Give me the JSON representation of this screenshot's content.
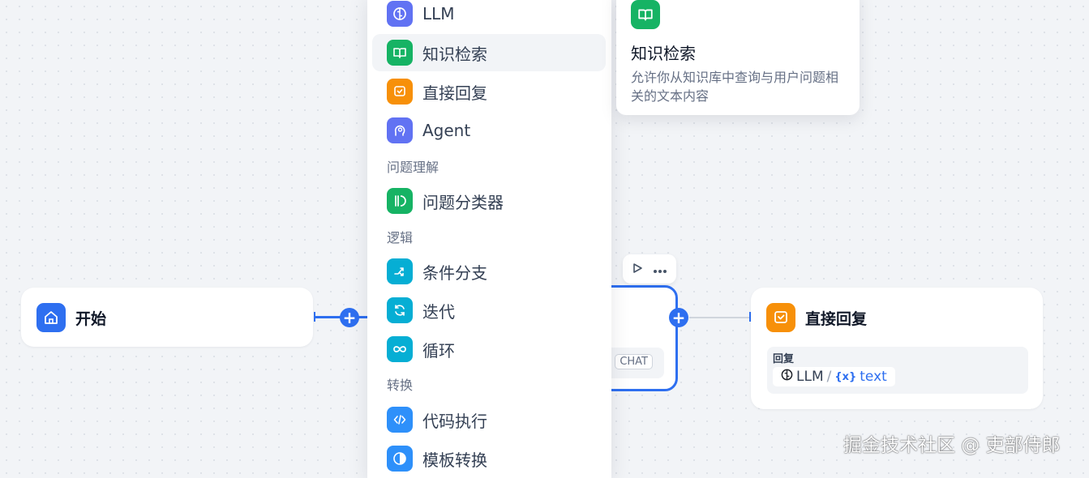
{
  "canvas": {
    "start_node": {
      "title": "开始"
    },
    "reply_node": {
      "title": "直接回复",
      "field_label": "回复",
      "var_source": "LLM",
      "var_separator": "/",
      "var_icon": "{x}",
      "var_name": "text"
    },
    "llm_node": {
      "chat_badge": "CHAT"
    }
  },
  "menu": {
    "items_top": [
      {
        "label": "LLM",
        "icon": "brain-icon",
        "color": "#6172f3"
      },
      {
        "label": "知识检索",
        "icon": "book-icon",
        "color": "#16b364",
        "active": true
      },
      {
        "label": "直接回复",
        "icon": "reply-icon",
        "color": "#f79009"
      },
      {
        "label": "Agent",
        "icon": "agent-icon",
        "color": "#6172f3"
      }
    ],
    "section_understanding": "问题理解",
    "item_classifier": {
      "label": "问题分类器",
      "icon": "classifier-icon",
      "color": "#16b364"
    },
    "section_logic": "逻辑",
    "items_logic": [
      {
        "label": "条件分支",
        "icon": "branch-icon",
        "color": "#06aed4"
      },
      {
        "label": "迭代",
        "icon": "iteration-icon",
        "color": "#06aed4"
      },
      {
        "label": "循环",
        "icon": "loop-icon",
        "color": "#06aed4"
      }
    ],
    "section_transform": "转换",
    "items_transform": [
      {
        "label": "代码执行",
        "icon": "code-icon",
        "color": "#2e90fa"
      },
      {
        "label": "模板转换",
        "icon": "template-icon",
        "color": "#2e90fa"
      }
    ]
  },
  "tooltip": {
    "title": "知识检索",
    "description": "允许你从知识库中查询与用户问题相关的文本内容"
  },
  "watermark": "掘金技术社区 @ 吏部侍郎",
  "colors": {
    "accent": "#2e6ff0",
    "start": "#2e6ff0",
    "reply": "#f79009"
  }
}
